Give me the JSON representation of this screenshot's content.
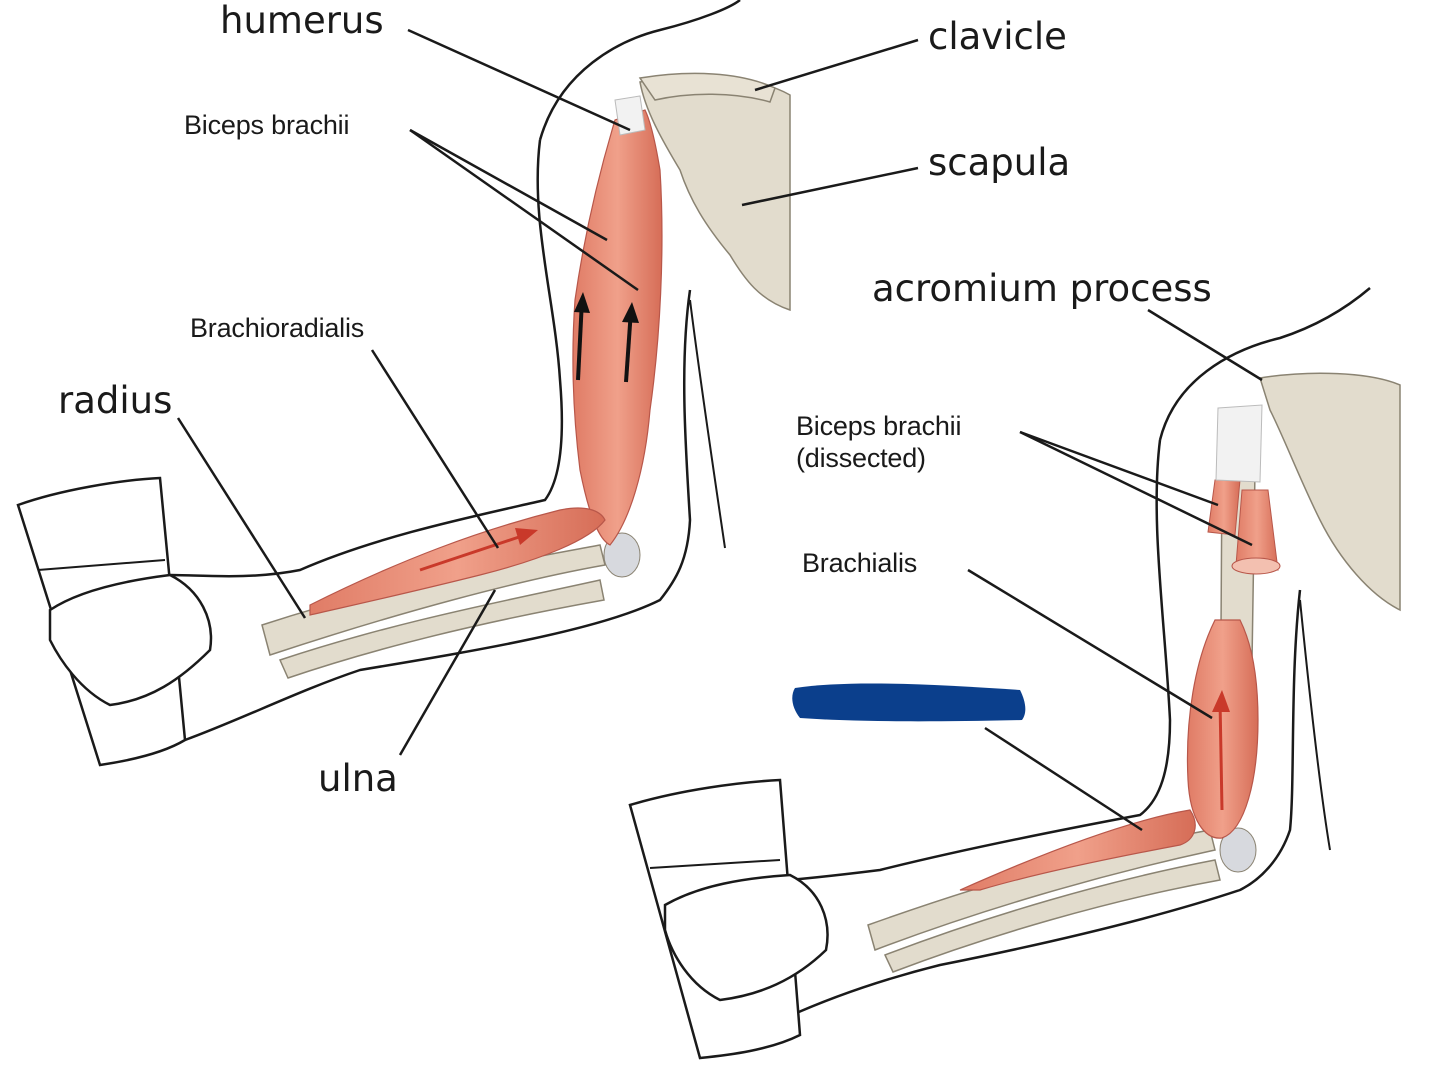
{
  "labels": {
    "humerus": "humerus",
    "clavicle": "clavicle",
    "scapula": "scapula",
    "acromium_process": "acromium process",
    "radius": "radius",
    "ulna": "ulna",
    "biceps_brachii": "Biceps brachii",
    "brachioradialis": "Brachioradialis",
    "biceps_dissected": "Biceps brachii (dissected)",
    "brachialis": "Brachialis"
  },
  "colors": {
    "muscle": "#e8917a",
    "muscle_dark": "#d9705a",
    "bone": "#e2dccd",
    "tendon": "#f2f2f2",
    "outline": "#1a1a1a",
    "arrow_dark": "#111111",
    "arrow_red": "#c9392a",
    "redaction": "#0b3f8c"
  }
}
